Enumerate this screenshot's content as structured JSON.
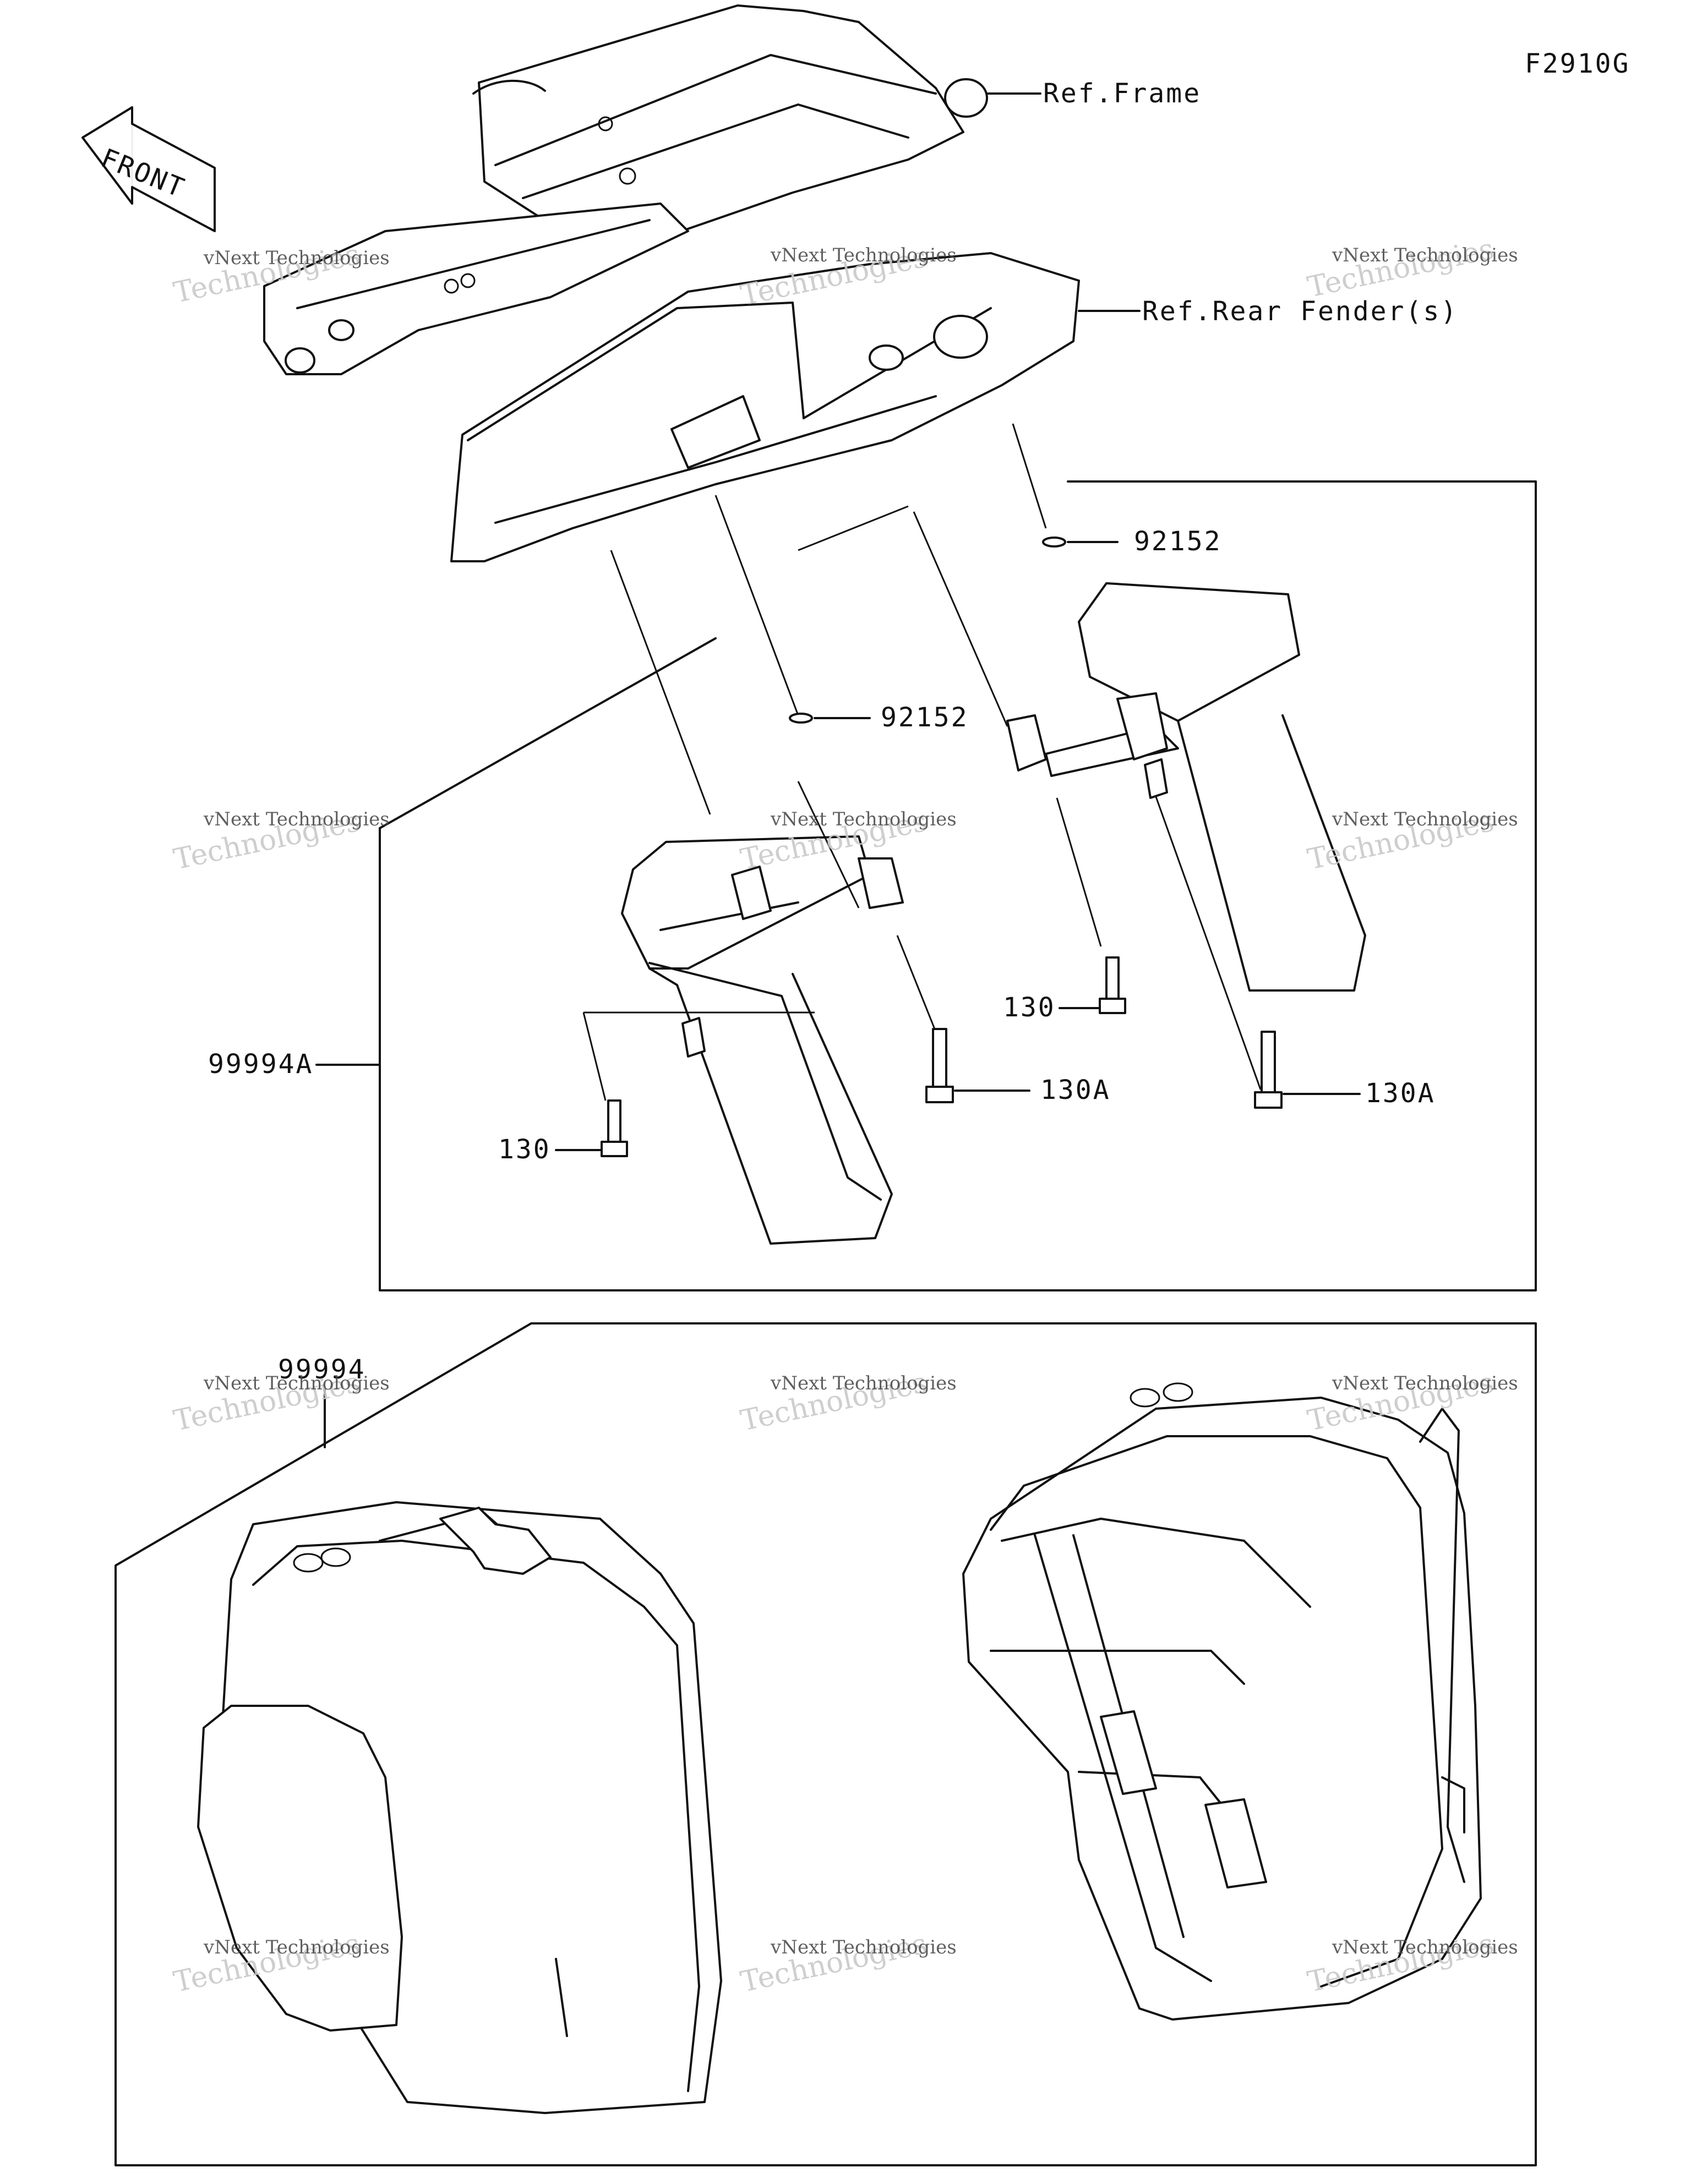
{
  "diagram_code": "F2910G",
  "front_label": "FRONT",
  "references": {
    "frame": "Ref.Frame",
    "rear_fender": "Ref.Rear Fender(s)"
  },
  "parts": {
    "washer_upper": "92152",
    "washer_mid": "92152",
    "bolt_right_130": "130",
    "bolt_left_130": "130",
    "bolt_mid_130a": "130A",
    "bolt_right_130a": "130A",
    "bracket_kit": "99994A",
    "saddlebag_kit": "99994"
  },
  "watermark": {
    "brand": "vNext Technologies",
    "big": "Technologies"
  }
}
